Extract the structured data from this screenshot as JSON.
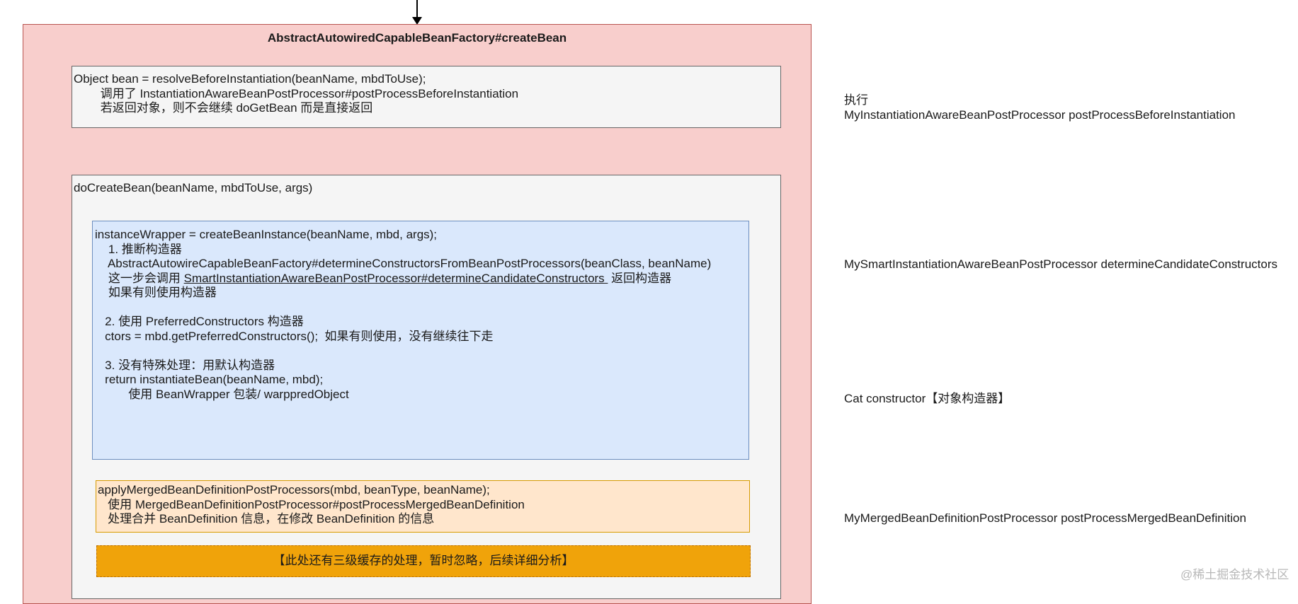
{
  "outer": {
    "title": "AbstractAutowiredCapableBeanFactory#createBean"
  },
  "resolve": {
    "lines": [
      "Object bean = resolveBeforeInstantiation(beanName, mbdToUse);",
      "        调用了 InstantiationAwareBeanPostProcessor#postProcessBeforeInstantiation",
      "        若返回对象，则不会继续 doGetBean 而是直接返回"
    ]
  },
  "docreate": {
    "title": "doCreateBean(beanName, mbdToUse, args)"
  },
  "instance": {
    "line1": "instanceWrapper = createBeanInstance(beanName, mbd, args);",
    "line2": "    1. 推断构造器",
    "line3": "    AbstractAutowireCapableBeanFactory#determineConstructorsFromBeanPostProcessors(beanClass, beanName)",
    "line4_prefix": "    这一步会调用 ",
    "line4_link": "SmartInstantiationAwareBeanPostProcessor#determineCandidateConstructors ",
    "line4_suffix": " 返回构造器",
    "line5": "    如果有则使用构造器",
    "line6": "",
    "line7": "   2. 使用 PreferredConstructors 构造器",
    "line8": "   ctors = mbd.getPreferredConstructors();  如果有则使用，没有继续往下走",
    "line9": "",
    "line10": "   3. 没有特殊处理：用默认构造器",
    "line11": "   return instantiateBean(beanName, mbd);",
    "line12": "          使用 BeanWrapper 包装/ warppredObject"
  },
  "merged": {
    "lines": [
      "applyMergedBeanDefinitionPostProcessors(mbd, beanType, beanName);",
      "   使用 MergedBeanDefinitionPostProcessor#postProcessMergedBeanDefinition",
      "   处理合并 BeanDefinition 信息，在修改 BeanDefinition 的信息"
    ]
  },
  "cache": {
    "label": "【此处还有三级缓存的处理，暂时忽略，后续详细分析】"
  },
  "notes": {
    "note1_line1": "执行",
    "note1_line2": "MyInstantiationAwareBeanPostProcessor postProcessBeforeInstantiation",
    "note2": "MySmartInstantiationAwareBeanPostProcessor determineCandidateConstructors",
    "note3": "Cat constructor【对象构造器】",
    "note4": "MyMergedBeanDefinitionPostProcessor postProcessMergedBeanDefinition"
  },
  "watermark": "@稀土掘金技术社区"
}
